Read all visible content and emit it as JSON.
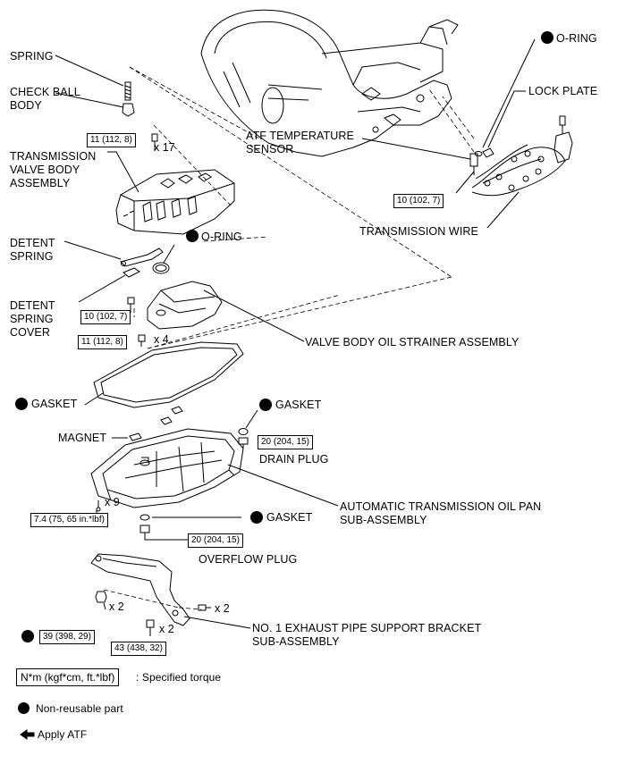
{
  "labels": {
    "spring": "SPRING",
    "check_ball_body": "CHECK BALL\nBODY",
    "transmission_valve_body": "TRANSMISSION\nVALVE BODY\nASSEMBLY",
    "detent_spring": "DETENT\nSPRING",
    "detent_spring_cover": "DETENT\nSPRING\nCOVER",
    "o_ring_top": "O-RING",
    "o_ring_mid": "O-RING",
    "lock_plate": "LOCK PLATE",
    "atf_temp_sensor": "ATF TEMPERATURE\nSENSOR",
    "transmission_wire": "TRANSMISSION WIRE",
    "valve_body_oil_strainer": "VALVE BODY OIL STRAINER ASSEMBLY",
    "gasket_pan": "GASKET",
    "gasket_drain": "GASKET",
    "gasket_overflow": "GASKET",
    "magnet": "MAGNET",
    "drain_plug": "DRAIN PLUG",
    "oil_pan": "AUTOMATIC TRANSMISSION OIL PAN\nSUB-ASSEMBLY",
    "overflow_plug": "OVERFLOW PLUG",
    "exhaust_bracket": "NO. 1 EXHAUST PIPE SUPPORT BRACKET\nSUB-ASSEMBLY"
  },
  "torques": {
    "valve_body_bolts": "11 (112, 8)",
    "sensor_bolt": "10 (102, 7)",
    "detent_bolt": "10 (102, 7)",
    "strainer_bolts": "11 (112, 8)",
    "drain_plug": "20 (204, 15)",
    "pan_bolts": "7.4 (75, 65 in.*lbf)",
    "overflow_plug": "20 (204, 15)",
    "bracket_nuts": "39 (398, 29)",
    "bracket_bolts": "43 (438, 32)"
  },
  "quantities": {
    "valve_body_bolts": "x 17",
    "strainer_bolts": "x 4",
    "pan_bolts": "x 9",
    "bracket_nuts": "x 2",
    "bracket_bolts_right": "x 2",
    "bracket_bolts_lower": "x 2"
  },
  "legend": {
    "torque_box": "N*m (kgf*cm, ft.*lbf)",
    "torque_text": ": Specified torque",
    "non_reusable": "Non-reusable part",
    "apply_atf": "Apply ATF"
  },
  "colors": {
    "line": "#000000",
    "background": "#ffffff"
  }
}
